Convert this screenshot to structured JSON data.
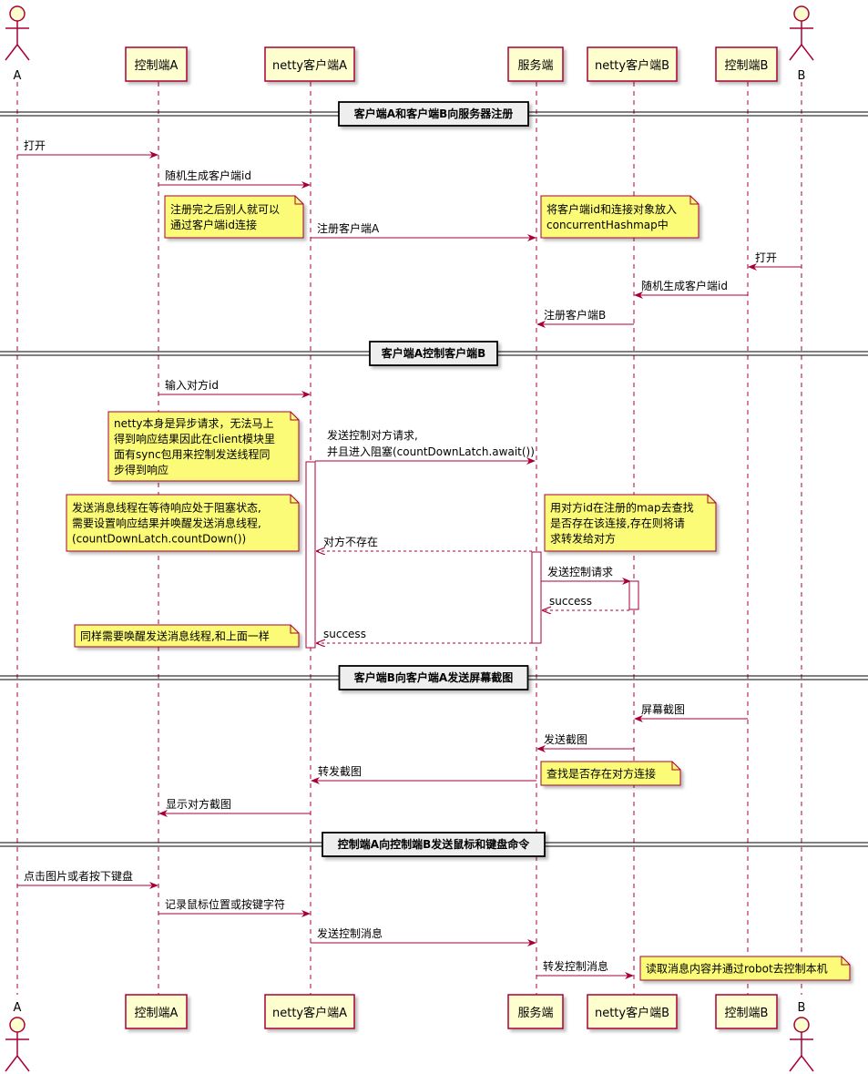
{
  "colors": {
    "line": "#A80036",
    "participant_fill": "#FEFECE",
    "note_fill": "#FBFB77",
    "divider_fill": "#EEEEEE",
    "lifeline": "#A80036"
  },
  "participants": {
    "A": "A",
    "ctrlA": "控制端A",
    "nettyA": "netty客户端A",
    "server": "服务端",
    "nettyB": "netty客户端B",
    "ctrlB": "控制端B",
    "B": "B"
  },
  "dividers": [
    "客户端A和客户端B向服务器注册",
    "客户端A控制客户端B",
    "客户端B向客户端A发送屏幕截图",
    "控制端A向控制端B发送鼠标和键盘命令"
  ],
  "messages": [
    {
      "from": "A",
      "to": "ctrlA",
      "text": "打开"
    },
    {
      "from": "ctrlA",
      "to": "nettyA",
      "text": "随机生成客户端id"
    },
    {
      "from": "nettyA",
      "to": "server",
      "text": "注册客户端A"
    },
    {
      "from": "B",
      "to": "ctrlB",
      "text": "打开"
    },
    {
      "from": "ctrlB",
      "to": "nettyB",
      "text": "随机生成客户端id"
    },
    {
      "from": "nettyB",
      "to": "server",
      "text": "注册客户端B"
    },
    {
      "from": "ctrlA",
      "to": "nettyA",
      "text": "输入对方id"
    },
    {
      "from": "nettyA",
      "to": "server",
      "text": "发送控制对方请求,",
      "text2": "并且进入阻塞(countDownLatch.await())"
    },
    {
      "from": "server",
      "to": "nettyA",
      "text": "对方不存在",
      "dashed": true
    },
    {
      "from": "server",
      "to": "nettyB",
      "text": "发送控制请求"
    },
    {
      "from": "nettyB",
      "to": "server",
      "text": "success",
      "dashed": true
    },
    {
      "from": "server",
      "to": "nettyA",
      "text": "success",
      "dashed": true
    },
    {
      "from": "ctrlB",
      "to": "nettyB",
      "text": "屏幕截图"
    },
    {
      "from": "nettyB",
      "to": "server",
      "text": "发送截图"
    },
    {
      "from": "server",
      "to": "nettyA",
      "text": "转发截图"
    },
    {
      "from": "nettyA",
      "to": "ctrlA",
      "text": "显示对方截图"
    },
    {
      "from": "A",
      "to": "ctrlA",
      "text": "点击图片或者按下键盘"
    },
    {
      "from": "ctrlA",
      "to": "nettyA",
      "text": "记录鼠标位置或按键字符"
    },
    {
      "from": "nettyA",
      "to": "server",
      "text": "发送控制消息"
    },
    {
      "from": "server",
      "to": "nettyB",
      "text": "转发控制消息"
    }
  ],
  "notes": [
    [
      "注册完之后别人就可以",
      "通过客户端id连接"
    ],
    [
      "将客户端id和连接对象放入",
      " concurrentHashmap中"
    ],
    [
      "netty本身是异步请求，无法马上",
      "得到响应结果因此在client模块里",
      "面有sync包用来控制发送线程同",
      "步得到响应"
    ],
    [
      "发送消息线程在等待响应处于阻塞状态,",
      "需要设置响应结果并唤醒发送消息线程,",
      "(countDownLatch.countDown())"
    ],
    [
      "用对方id在注册的map去查找",
      "是否存在该连接,存在则将请",
      "求转发给对方"
    ],
    [
      "同样需要唤醒发送消息线程,和上面一样"
    ],
    [
      "查找是否存在对方连接"
    ],
    [
      "读取消息内容并通过robot去控制本机"
    ]
  ]
}
